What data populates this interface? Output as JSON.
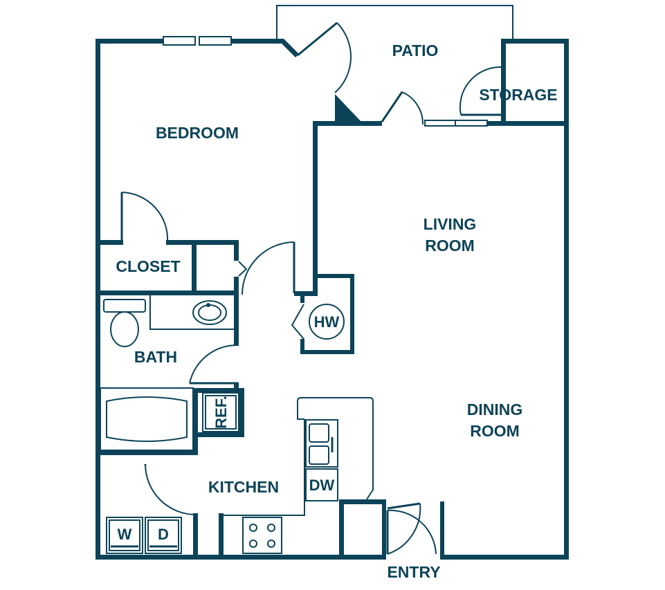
{
  "rooms": {
    "patio": "PATIO",
    "storage": "STORAGE",
    "bedroom": "BEDROOM",
    "living_line1": "LIVING",
    "living_line2": "ROOM",
    "closet": "CLOSET",
    "bath": "BATH",
    "dining_line1": "DINING",
    "dining_line2": "ROOM",
    "kitchen": "KITCHEN",
    "entry": "ENTRY"
  },
  "fixtures": {
    "water_heater": "HW",
    "refrigerator": "REF.",
    "dishwasher": "DW",
    "washer": "W",
    "dryer": "D"
  },
  "colors": {
    "wall": "#0c4358",
    "background": "#ffffff"
  }
}
